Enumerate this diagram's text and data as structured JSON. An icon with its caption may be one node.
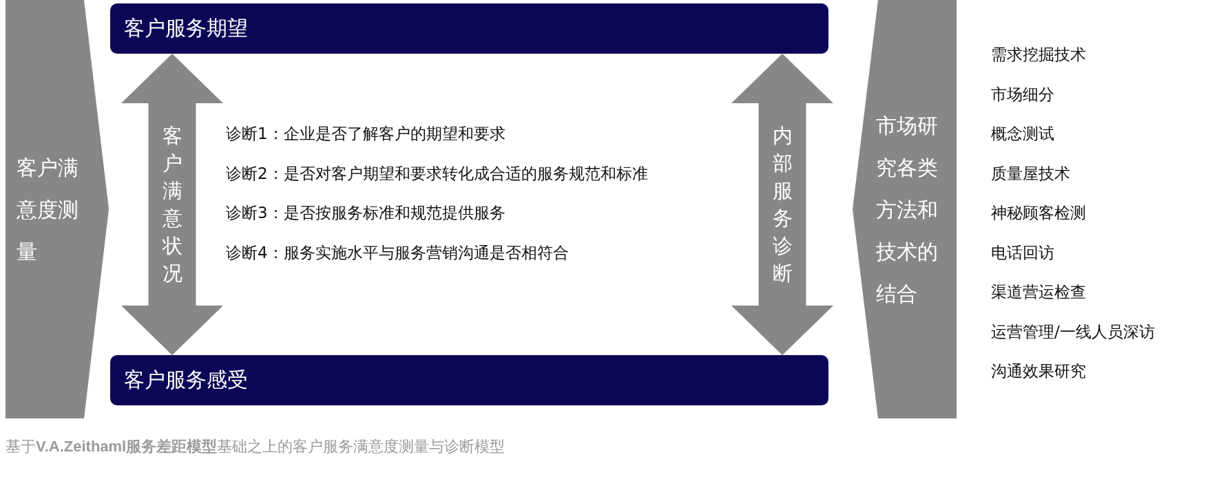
{
  "diagram": {
    "caption": "基于**V.A.Zeithaml服务差距模型**基础之上的客户服务满意度测量与诊断模型",
    "nodes": [
      {
        "text": [
          "客户满意度测量"
        ]
      },
      {
        "text": [
          "客户服务期望"
        ]
      },
      {
        "text": [
          "客户服务感受"
        ]
      },
      {
        "text": [
          "市场研究各类方法和技术的结合"
        ]
      }
    ],
    "edges": [
      {
        "from": 2,
        "to": 1,
        "arrow": "both",
        "label": "客户满意状况"
      },
      {
        "from": 1,
        "to": 2,
        "arrow": "both",
        "label": "内部服务诊断"
      }
    ],
    "labels": [
      "诊断1：企业是否了解客户的期望和要求",
      "诊断2：是否对客户期望和要求转化成合适的服务规范和标准",
      "诊断3：是否按服务标准和规范提供服务",
      "诊断4：服务实施水平与服务营销沟通是否相符合",
      "需求挖掘技术",
      "市场细分",
      "概念测试",
      "质量屋技术",
      "神秘顾客检测",
      "电话回访",
      "渠道营运检查",
      "运营管理/一线人员深访",
      "沟通效果研究"
    ]
  }
}
